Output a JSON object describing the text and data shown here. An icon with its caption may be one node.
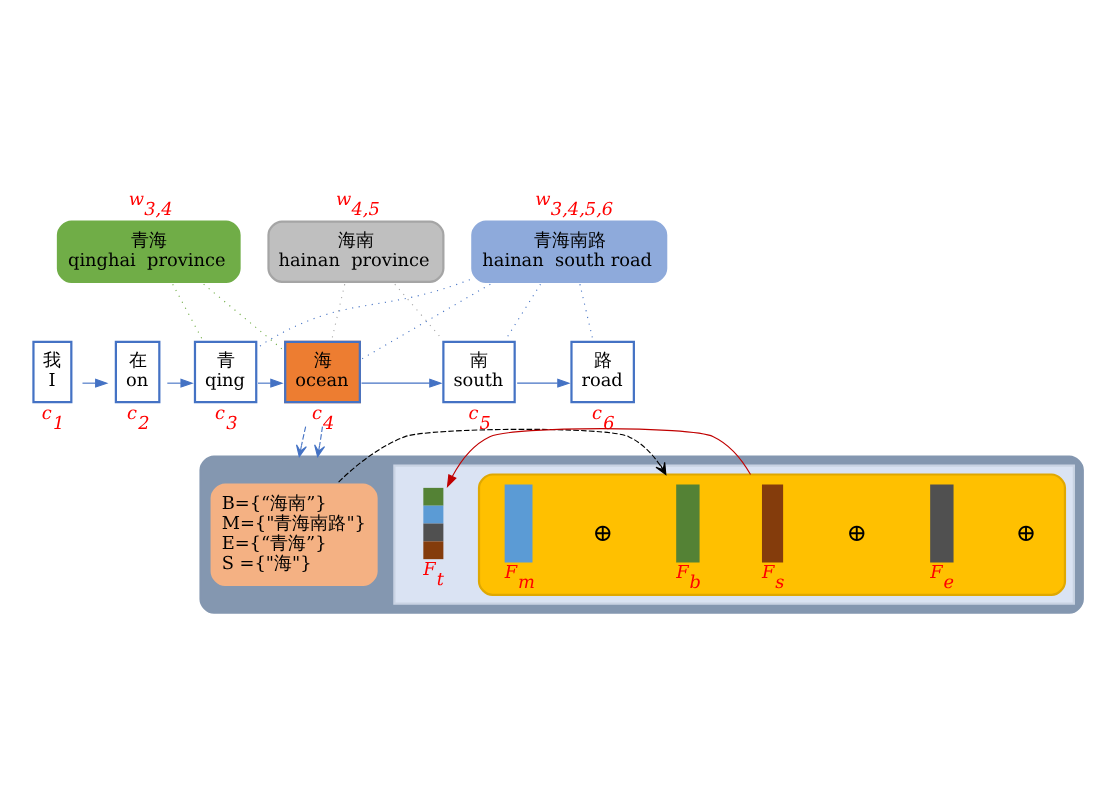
{
  "diagram": {
    "nodes": [
      {
        "text": [
          "青海",
          "qinghai  province"
        ],
        "beside": [
          "w$_{3,4}$"
        ]
      },
      {
        "text": [
          "海南",
          "hainan  province"
        ],
        "beside": [
          "w$_{4,5}$"
        ]
      },
      {
        "text": [
          "青海南路",
          "hainan  south road"
        ],
        "beside": [
          "w$_{3,4,5,6}$"
        ]
      },
      {
        "text": [
          "我",
          "I"
        ],
        "beside": [
          "c$_{1}$"
        ]
      },
      {
        "text": [
          "在",
          "on"
        ],
        "beside": [
          "c$_{2}$"
        ]
      },
      {
        "text": [
          "青",
          "qing"
        ],
        "beside": [
          "c$_{3}$"
        ]
      },
      {
        "text": [
          "海",
          "ocean"
        ],
        "beside": [
          "c$_{4}$"
        ]
      },
      {
        "text": [
          "南",
          "south"
        ],
        "beside": [
          "c$_{5}$"
        ]
      },
      {
        "text": [
          "路",
          "road"
        ],
        "beside": [
          "c$_{6}$"
        ]
      },
      {
        "text": [],
        "shape": "box"
      },
      {
        "text": [
          "B={“海南”}",
          "M={\"青海南路\"}",
          "E={“青海”}",
          "S ={\"海\"}"
        ],
        "in": 9
      },
      {
        "text": [],
        "shape": "box",
        "in": 9
      },
      {
        "text": [],
        "shape": "box",
        "in": 11
      },
      {
        "text": [],
        "shape": "bar",
        "in": 12,
        "beside": [
          "F$_{b}$"
        ]
      },
      {
        "text": [],
        "shape": "bar",
        "in": 12,
        "beside": [
          "F$_{m}$"
        ]
      },
      {
        "text": [],
        "shape": "bar",
        "in": 12,
        "beside": [
          "F$_{e}$"
        ]
      },
      {
        "text": [],
        "shape": "bar",
        "in": 12,
        "beside": [
          "F$_{s}$"
        ]
      },
      {
        "text": [],
        "shape": "bar",
        "in": 11,
        "beside": [
          "F$_{t}$"
        ]
      }
    ],
    "edges": [
      {
        "from": 3,
        "to": 4,
        "arrow": "to"
      },
      {
        "from": 4,
        "to": 5,
        "arrow": "to"
      },
      {
        "from": 5,
        "to": 6,
        "arrow": "to"
      },
      {
        "from": 6,
        "to": 7,
        "arrow": "to"
      },
      {
        "from": 7,
        "to": 8,
        "arrow": "to"
      },
      {
        "from": 0,
        "to": 5,
        "arrow": "none",
        "style": "dashed",
        "color": "#70ad47"
      },
      {
        "from": 0,
        "to": 6,
        "arrow": "none",
        "style": "dashed",
        "color": "#70ad47"
      },
      {
        "from": 1,
        "to": 6,
        "arrow": "none",
        "style": "dashed",
        "color": "#a5a5a5"
      },
      {
        "from": 1,
        "to": 7,
        "arrow": "none",
        "style": "dashed",
        "color": "#a5a5a5"
      },
      {
        "from": 2,
        "to": 5,
        "arrow": "none",
        "style": "dashed"
      },
      {
        "from": 2,
        "to": 6,
        "arrow": "none",
        "style": "dashed"
      },
      {
        "from": 2,
        "to": 7,
        "arrow": "none",
        "style": "dashed"
      },
      {
        "from": 2,
        "to": 8,
        "arrow": "none",
        "style": "dashed"
      },
      {
        "from": 6,
        "to": 9,
        "arrow": "to",
        "style": "dashed"
      },
      {
        "from": 6,
        "to": 9,
        "arrow": "to",
        "style": "dashed"
      },
      {
        "from": 10,
        "to": 12,
        "arrow": "to",
        "style": "dashed",
        "color": "#000000"
      },
      {
        "from": 12,
        "to": 17,
        "arrow": "to",
        "color": "#c00000"
      }
    ],
    "labels": [
      "⊕",
      "⊕",
      "⊕"
    ]
  }
}
